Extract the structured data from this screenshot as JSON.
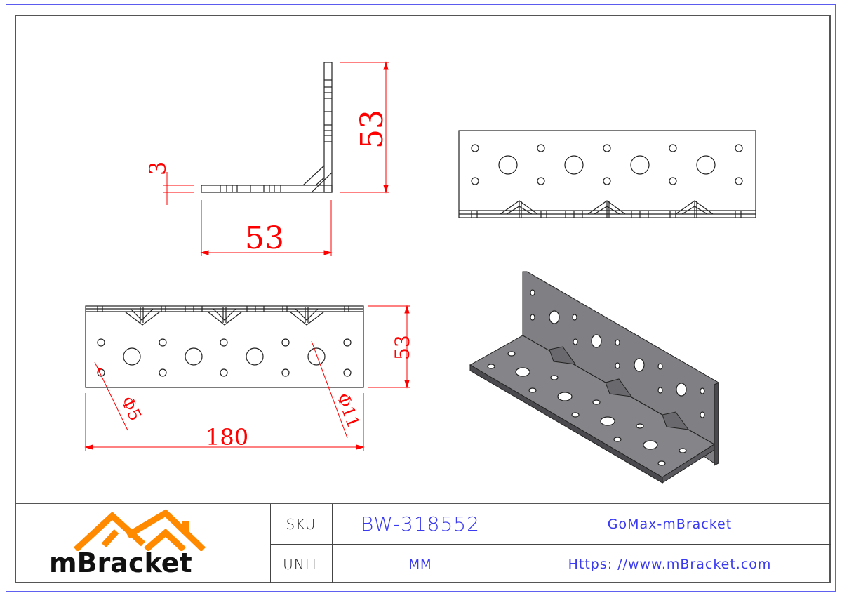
{
  "drawing": {
    "type": "technical-drawing",
    "subject": "angle bracket",
    "dimensions": {
      "side_view_thickness": "3",
      "side_view_vertical_leg": "53",
      "side_view_horizontal_leg": "53",
      "front_view_height": "53",
      "front_view_length": "180",
      "small_hole_diameter": "Φ5",
      "large_hole_diameter": "Φ11"
    },
    "colors": {
      "dimension": "#ff0000",
      "outline": "#222222",
      "iso_fill": "#7a7a7e",
      "border_outer": "#5b5bf0",
      "title_value": "#3a3af0",
      "logo_orange": "#ff8a00"
    }
  },
  "title_block": {
    "logo": {
      "text": "mBracket"
    },
    "sku_label": "SKU",
    "sku_value": "BW-318552",
    "unit_label": "UNIT",
    "unit_value": "MM",
    "product_name": "GoMax-mBracket",
    "website": "Https: //www.mBracket.com"
  }
}
